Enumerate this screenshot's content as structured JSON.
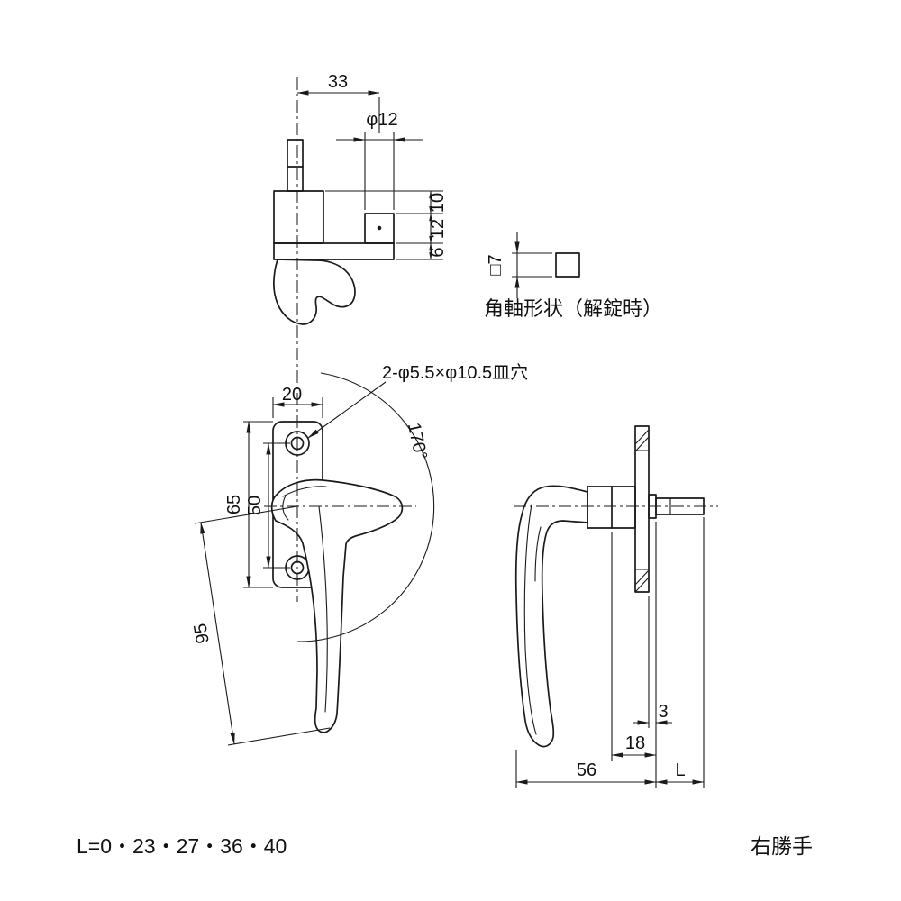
{
  "drawing": {
    "top_view": {
      "dim_width": "33",
      "dim_diameter": "φ12",
      "dim_h1": "10",
      "dim_h2": "12",
      "dim_h3": "6"
    },
    "shaft_detail": {
      "dim_square": "□7",
      "caption": "角軸形状（解錠時）"
    },
    "front_view": {
      "hole_note": "2-φ5.5×φ10.5皿穴",
      "dim_plate_width": "20",
      "dim_angle": "170°",
      "dim_plate_height": "65",
      "dim_hole_pitch": "50",
      "dim_handle_length": "95"
    },
    "side_view": {
      "dim_washer": "3",
      "dim_boss": "18",
      "dim_depth": "56",
      "dim_shaft_length": "L"
    },
    "footer": {
      "length_options": "L=0・23・27・36・40",
      "handedness": "右勝手"
    }
  }
}
